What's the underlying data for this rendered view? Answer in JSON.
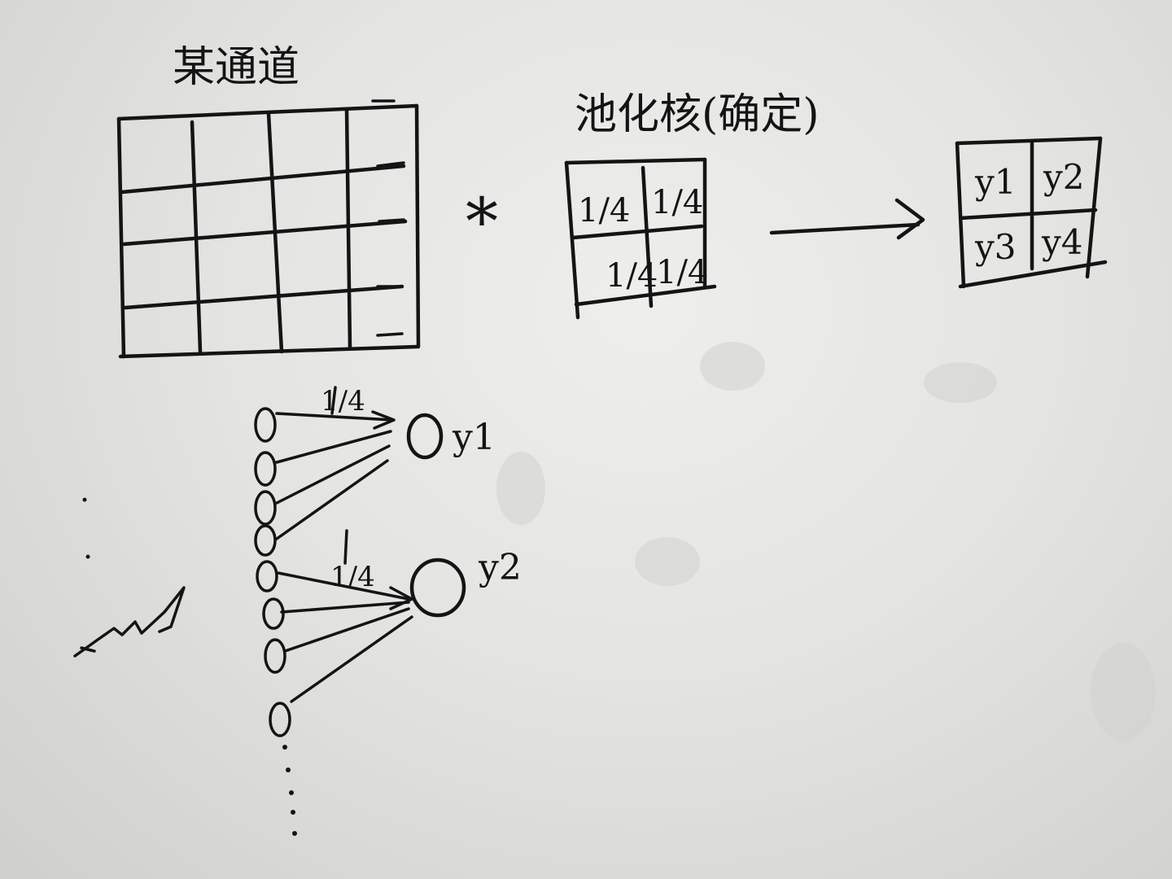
{
  "labels": {
    "channel_title": "某通道",
    "pool_title": "池化核(确定)",
    "multiply_sign": "*",
    "weight": "1/4",
    "output": [
      "y1",
      "y2",
      "y3",
      "y4"
    ],
    "neuron_y1": "y1",
    "neuron_y2": "y2"
  },
  "input_grid": {
    "rows": 4,
    "cols": 4
  },
  "pool_kernel": {
    "rows": 2,
    "cols": 2,
    "values": [
      "1/4",
      "1/4",
      "1/4",
      "1/4"
    ]
  },
  "output_grid": {
    "rows": 2,
    "cols": 2
  },
  "network": {
    "input_neurons_visible": 8,
    "groups": [
      {
        "output": "y1",
        "inputs": 4,
        "weight_label": "1/4"
      },
      {
        "output": "y2",
        "inputs": 4,
        "weight_label": "1/4"
      }
    ]
  },
  "colors": {
    "ink": "#141414",
    "paper": "#e6e6e4"
  }
}
